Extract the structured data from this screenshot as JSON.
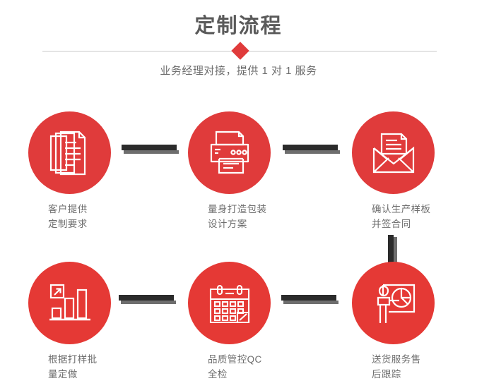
{
  "header": {
    "title": "定制流程",
    "subtitle": "业务经理对接，提供 1 对 1 服务",
    "divider_icon": "diamond-icon"
  },
  "colors": {
    "accent_red": "#e03b3b",
    "circle_red": "#e53935",
    "title_gray": "#5a5a5a",
    "label_gray": "#6e6e6e",
    "connector_dark": "#2b2b2b",
    "connector_shadow": "#6e6e6e",
    "divider_line": "#c9c9c9",
    "background": "#ffffff"
  },
  "steps": [
    {
      "index": 1,
      "icon": "documents-stack-icon",
      "label": "客户提供\n定制要求"
    },
    {
      "index": 2,
      "icon": "printer-icon",
      "label": "量身打造包装\n设计方案"
    },
    {
      "index": 3,
      "icon": "envelope-document-icon",
      "label": "确认生产样板\n并签合同"
    },
    {
      "index": 4,
      "icon": "bar-chart-growth-icon",
      "label": "根据打样批\n量定做"
    },
    {
      "index": 5,
      "icon": "calendar-check-icon",
      "label": "品质管控QC\n全检"
    },
    {
      "index": 6,
      "icon": "presenter-piechart-icon",
      "label": "送货服务售\n后跟踪"
    }
  ],
  "connectors": [
    {
      "name": "connector-step1-step2",
      "orientation": "horizontal"
    },
    {
      "name": "connector-step2-step3",
      "orientation": "horizontal"
    },
    {
      "name": "connector-step3-step6",
      "orientation": "vertical"
    },
    {
      "name": "connector-step4-step5",
      "orientation": "horizontal"
    },
    {
      "name": "connector-step5-step6",
      "orientation": "horizontal"
    }
  ]
}
